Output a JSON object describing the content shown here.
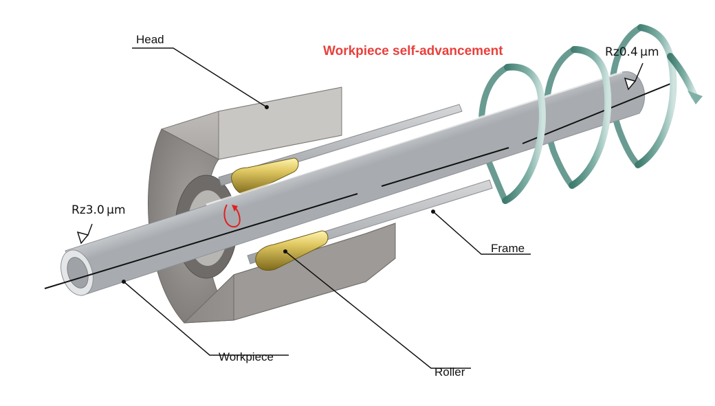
{
  "title": "Workpiece self-advancement",
  "labels": {
    "head": "Head",
    "frame": "Frame",
    "roller": "Roller",
    "workpiece": "Workpiece"
  },
  "roughness": {
    "input": "Rz3.0 µm",
    "output": "Rz0.4 µm"
  },
  "colors": {
    "title": "#e8403c",
    "rotation_arrow": "#e02020",
    "spiral_arrow": "#6f9e95",
    "roller": "#c9b14a",
    "tube": "#d9dcdf",
    "head": "#9a9794"
  }
}
